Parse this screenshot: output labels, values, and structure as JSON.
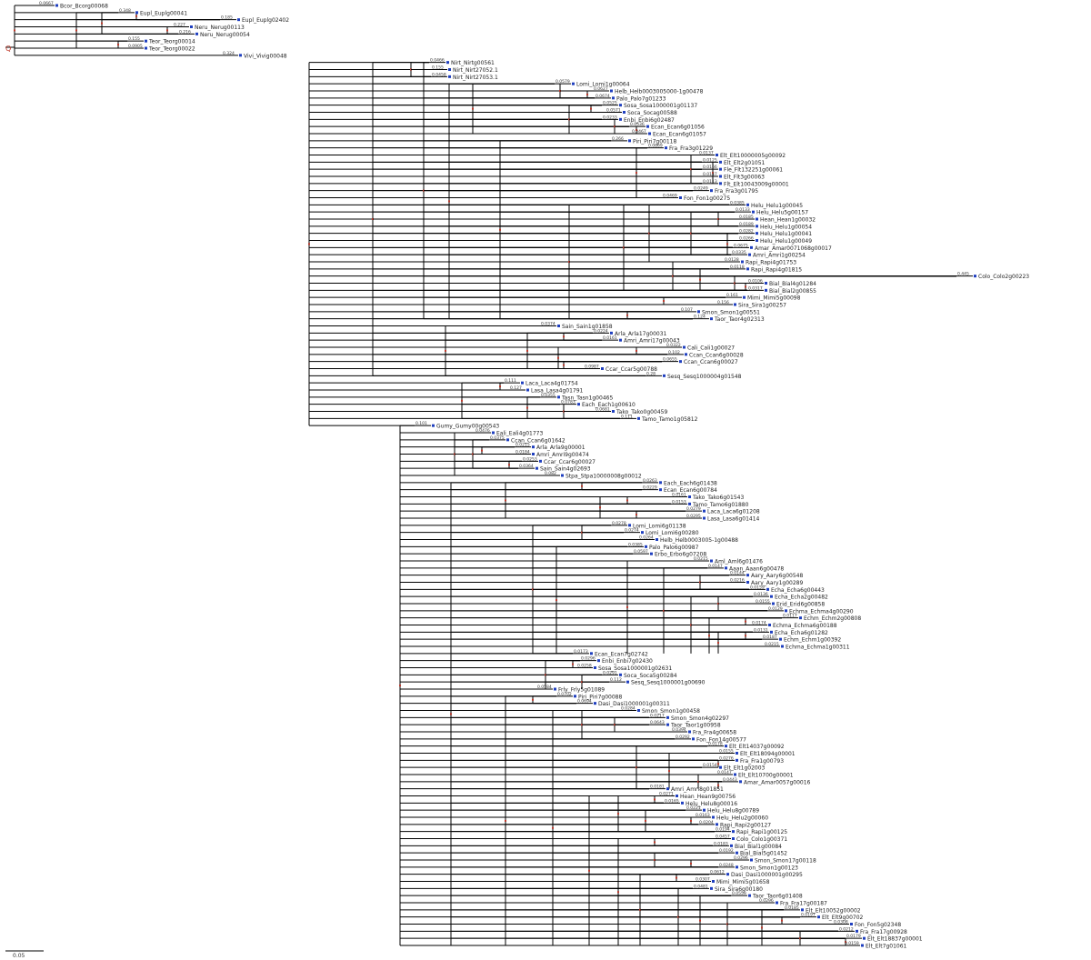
{
  "root_label": "Q",
  "scale_label": "0.05",
  "colors": {
    "branch": "#000000",
    "taxon_text": "#222222",
    "taxon_marker": "#1f3fbf",
    "node_marker": "#c0392b",
    "support_text": "#333333"
  },
  "taxa": [
    {
      "label": "Bcor_Bcorg00068",
      "support": "0.0667"
    },
    {
      "label": "Eupl_Euplg00041",
      "support": "0.348"
    },
    {
      "label": "Eupl_Euplg02402",
      "support": "0.185"
    },
    {
      "label": "Neru_Nerug00113",
      "support": "0.227"
    },
    {
      "label": "Neru_Nerug00054",
      "support": "0.216"
    },
    {
      "label": "Teor_Teorg00014",
      "support": "0.155"
    },
    {
      "label": "Teor_Teorg00022",
      "support": "0.0905"
    },
    {
      "label": "Vivi_Vivig00048",
      "support": "0.324"
    },
    {
      "label": "Nirt_Nirtg00561",
      "support": "0.0466"
    },
    {
      "label": "Nirt_Nirt27052.1",
      "support": "0.155"
    },
    {
      "label": "Nirt_Nirt27053.1",
      "support": "0.0458"
    },
    {
      "label": "Lomi_Lomi1g00064",
      "support": "0.0579"
    },
    {
      "label": "Helb_Helb0003005000-1g00478",
      "support": "0.0627"
    },
    {
      "label": "Palo_Palo7g01233",
      "support": "0.0674"
    },
    {
      "label": "Sosa_Sosa1000001g01137",
      "support": "0.0525"
    },
    {
      "label": "Soca_Socag00588",
      "support": "0.0571"
    },
    {
      "label": "Enbi_Enbi6g02487",
      "support": "0.0233"
    },
    {
      "label": "Ecan_Ecan6g01056",
      "support": "0.0536"
    },
    {
      "label": "Ecan_Ecan6g01057",
      "support": "0.0467"
    },
    {
      "label": "Piri_Piri7g00118",
      "support": "0.266"
    },
    {
      "label": "Fra_Fra3g01229",
      "support": "0.0869"
    },
    {
      "label": "Elt_Elt10000005g00092",
      "support": "0.0137"
    },
    {
      "label": "Elt_Elt2g01051",
      "support": "0.0125"
    },
    {
      "label": "Fle_Flt132251g00061",
      "support": "0.0166"
    },
    {
      "label": "Elt_Flt3g00063",
      "support": "0.0147"
    },
    {
      "label": "Flt_Elt10043009g00001",
      "support": "0.0113"
    },
    {
      "label": "Fra_Fra3g01795",
      "support": "0.0249"
    },
    {
      "label": "Fon_Fon1g00275",
      "support": "0.0469"
    },
    {
      "label": "Helu_Helu1g00045",
      "support": "0.0385"
    },
    {
      "label": "Helu_Helu5g00157",
      "support": "0.0133"
    },
    {
      "label": "Hean_Hean1g00032",
      "support": "0.0185"
    },
    {
      "label": "Helu_Helu1g00054",
      "support": "0.0189"
    },
    {
      "label": "Helu_Helu1g00041",
      "support": "0.0282"
    },
    {
      "label": "Helu_Helu1g00049",
      "support": "0.0266"
    },
    {
      "label": "Amar_Amar0071068g00017",
      "support": "0.0675"
    },
    {
      "label": "Amri_Amri1g00254",
      "support": "0.0335"
    },
    {
      "label": "Rapi_Rapi4g01753",
      "support": "0.0128"
    },
    {
      "label": "Rapi_Rapi4g01815",
      "support": "0.0118"
    },
    {
      "label": "Colo_Colo2g00223",
      "support": "0.445"
    },
    {
      "label": "Bial_Bial4g01284",
      "support": "0.0106"
    },
    {
      "label": "Bial_Bial2g00855",
      "support": "0.0317"
    },
    {
      "label": "Mimi_Mimi5g00098",
      "support": "0.161"
    },
    {
      "label": "Sira_Sira1g00257",
      "support": "0.156"
    },
    {
      "label": "Smon_Smon1g00551",
      "support": "0.107"
    },
    {
      "label": "Taor_Taor4g02313",
      "support": "0.124"
    },
    {
      "label": "Sain_Sain1g01858",
      "support": "0.0374"
    },
    {
      "label": "Arla_Arla17g00031",
      "support": "0.0224"
    },
    {
      "label": "Amri_Amri17g00043",
      "support": "0.0161"
    },
    {
      "label": "Cali_Cali1g00027",
      "support": "0.0322"
    },
    {
      "label": "Ccan_Ccan6g00028",
      "support": "0.102"
    },
    {
      "label": "Ccan_Ccan6g00027",
      "support": "0.0655"
    },
    {
      "label": "Ccar_Ccar5g00788",
      "support": "0.0987"
    },
    {
      "label": "Sesq_Sesq1000004g01548",
      "support": "0.28"
    },
    {
      "label": "Laca_Laca4g01754",
      "support": "0.111"
    },
    {
      "label": "Lasa_Lasa4g01791",
      "support": "0.127"
    },
    {
      "label": "Tasn_Tasn1g00465",
      "support": "0.0355"
    },
    {
      "label": "Each_Each1g00610",
      "support": "0.0783"
    },
    {
      "label": "Tako_Tako0g00459",
      "support": "0.0681"
    },
    {
      "label": "Tamo_Tamo1g05812",
      "support": "0.111"
    },
    {
      "label": "Gumy_Gumy00g00543",
      "support": "0.101"
    },
    {
      "label": "Eali_Eali4g01773",
      "support": "0.0476"
    },
    {
      "label": "Ccan_Ccan6g01642",
      "support": "0.0375"
    },
    {
      "label": "Arla_Arla9g00001",
      "support": "0.0215"
    },
    {
      "label": "Amri_Amri9g00474",
      "support": "0.0184"
    },
    {
      "label": "Ccar_Ccar6g00027",
      "support": "0.0253"
    },
    {
      "label": "Sain_Sain4g02693",
      "support": "0.0364"
    },
    {
      "label": "Stpa_Stpa10000008g00012",
      "support": "0.082"
    },
    {
      "label": "Each_Each6g01438",
      "support": "0.0263"
    },
    {
      "label": "Ecan_Ecan6g00784",
      "support": "0.0229"
    },
    {
      "label": "Tako_Tako6g01543",
      "support": "0.0161"
    },
    {
      "label": "Tamo_Tamo6g01880",
      "support": "0.0153"
    },
    {
      "label": "Laca_Laca6g01208",
      "support": "0.0279"
    },
    {
      "label": "Lasa_Lasa6g01414",
      "support": "0.0295"
    },
    {
      "label": "Lomi_Lomi6g01138",
      "support": "0.0278"
    },
    {
      "label": "Lomi_Lomi6g00280",
      "support": "0.0274"
    },
    {
      "label": "Helb_Helb0003005-1g00488",
      "support": "0.0264"
    },
    {
      "label": "Palo_Palo6g00987",
      "support": "0.0385"
    },
    {
      "label": "Erbo_Erbo6g07208",
      "support": "0.0597"
    },
    {
      "label": "Aml_Aml6g01476",
      "support": "0.0215"
    },
    {
      "label": "Aaan_Aaan6g00478",
      "support": "0.0147"
    },
    {
      "label": "Aary_Aary6g00548",
      "support": "0.0144"
    },
    {
      "label": "Aary_Aary1g00289",
      "support": "0.0216"
    },
    {
      "label": "Echa_Echa6g00443",
      "support": "0.0159"
    },
    {
      "label": "Echa_Echa2g00482",
      "support": "0.0136"
    },
    {
      "label": "Erid_Erid6g00858",
      "support": "0.0155"
    },
    {
      "label": "Echma_Echma4g00290",
      "support": "0.0129"
    },
    {
      "label": "Echm_Echm2g00808",
      "support": "0.0117"
    },
    {
      "label": "Echma_Echma6g00188",
      "support": "0.0174"
    },
    {
      "label": "Echa_Echa6g01282",
      "support": "0.0131"
    },
    {
      "label": "Echm_Echm1g00392",
      "support": "0.0187"
    },
    {
      "label": "Echma_Echma1g00311",
      "support": "0.0215"
    },
    {
      "label": "Ecan_Ecan7g02742",
      "support": "0.0173"
    },
    {
      "label": "Enbi_Enbi7g02430",
      "support": "0.0296"
    },
    {
      "label": "Sosa_Sosa1000001g02631",
      "support": "0.0258"
    },
    {
      "label": "Soca_Soca5g00284",
      "support": "0.0291"
    },
    {
      "label": "Sesq_Sesq1000001g00690",
      "support": "0.112"
    },
    {
      "label": "Frly_Frly5g01089",
      "support": "0.0584"
    },
    {
      "label": "Piri_Piri7g00088",
      "support": "0.0702"
    },
    {
      "label": "Dasi_Dasi1000001g00311",
      "support": "0.0694"
    },
    {
      "label": "Smon_Smon1g00458",
      "support": "0.0284"
    },
    {
      "label": "Smon_Smon4g02297",
      "support": "0.0217"
    },
    {
      "label": "Taor_Taor1g00958",
      "support": "0.0643"
    },
    {
      "label": "Fra_Fra4g00658",
      "support": "0.0394"
    },
    {
      "label": "Fon_Fon14g00577",
      "support": "0.0292"
    },
    {
      "label": "Elt_Elt14037g00092",
      "support": "0.0178"
    },
    {
      "label": "Elt_Elt18094g00001",
      "support": "0.0155"
    },
    {
      "label": "Fra_Fra1g00793",
      "support": "0.0276"
    },
    {
      "label": "Elt_Elt1g02003",
      "support": "0.0154"
    },
    {
      "label": "Elt_Elt10700g00001",
      "support": "0.0147"
    },
    {
      "label": "Amar_Amar0057g00016",
      "support": "0.0443"
    },
    {
      "label": "Amri_Amri8g01851",
      "support": "0.0181"
    },
    {
      "label": "Hean_Hean9g00756",
      "support": "0.0271"
    },
    {
      "label": "Helu_Helu8g00016",
      "support": "0.0165"
    },
    {
      "label": "Helu_Helu8g00789",
      "support": "0.0221"
    },
    {
      "label": "Helu_Helu2g00060",
      "support": "0.0163"
    },
    {
      "label": "Rapi_Rapi2g00127",
      "support": "0.0204"
    },
    {
      "label": "Rapi_Rapi1g00125",
      "support": "0.0194"
    },
    {
      "label": "Colo_Colo1g00371",
      "support": "0.0457"
    },
    {
      "label": "Bial_Bial1g00084",
      "support": "0.0183"
    },
    {
      "label": "Bial_Bial5g01452",
      "support": "0.0192"
    },
    {
      "label": "Smon_Smon17g00118",
      "support": "0.0296"
    },
    {
      "label": "Smon_Smon1g00123",
      "support": "0.0248"
    },
    {
      "label": "Dasi_Dasi1000001g00295",
      "support": "0.0612"
    },
    {
      "label": "Mimi_Mimi5g01658",
      "support": "0.0307"
    },
    {
      "label": "Sira_Sira6g00180",
      "support": "0.0481"
    },
    {
      "label": "Taor_Taor6g01408",
      "support": "0.0559"
    },
    {
      "label": "Fra_Fra17g00187",
      "support": "0.0296"
    },
    {
      "label": "Elt_Elt10052g00002",
      "support": "0.0185"
    },
    {
      "label": "Elt_Elt9g00702",
      "support": "0.0197"
    },
    {
      "label": "Fon_Fon5g02348",
      "support": "0.0308"
    },
    {
      "label": "Fra_Fra17g00928",
      "support": "0.0212"
    },
    {
      "label": "Elt_Elt18837g00001",
      "support": "0.0179"
    },
    {
      "label": "Elt_Elt7g01061",
      "support": "0.0159"
    }
  ]
}
